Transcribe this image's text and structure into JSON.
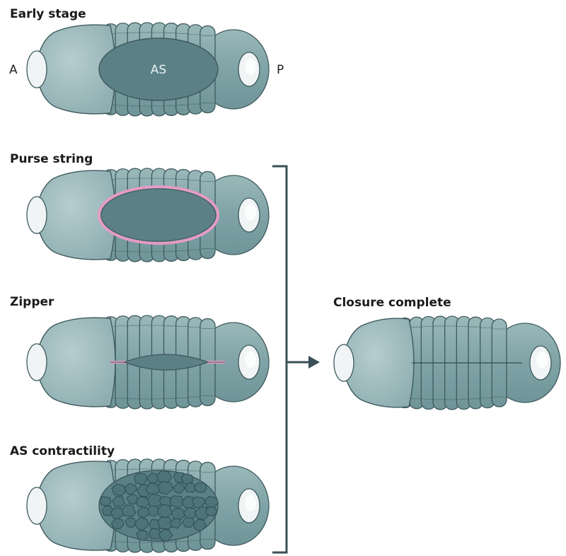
{
  "panels": {
    "early_stage": {
      "title": "Early stage",
      "amnioserosa_label": "AS"
    },
    "purse_string": {
      "title": "Purse string"
    },
    "zipper": {
      "title": "Zipper"
    },
    "as_contractility": {
      "title": "AS contractility"
    },
    "closure_complete": {
      "title": "Closure complete"
    }
  },
  "axis": {
    "anterior": "A",
    "posterior": "P"
  },
  "colors": {
    "segment_fill": "#7fa3a6",
    "segment_light": "#9fbdbf",
    "head_fill": "#8dadb0",
    "outline": "#3e5a5e",
    "amnioserosa": "#5b8186",
    "amnioserosa_cell": "#4d7479",
    "actin_cable": "#e59bc4",
    "cap_fill": "#f0f4f4",
    "arrow": "#3a4f57"
  }
}
